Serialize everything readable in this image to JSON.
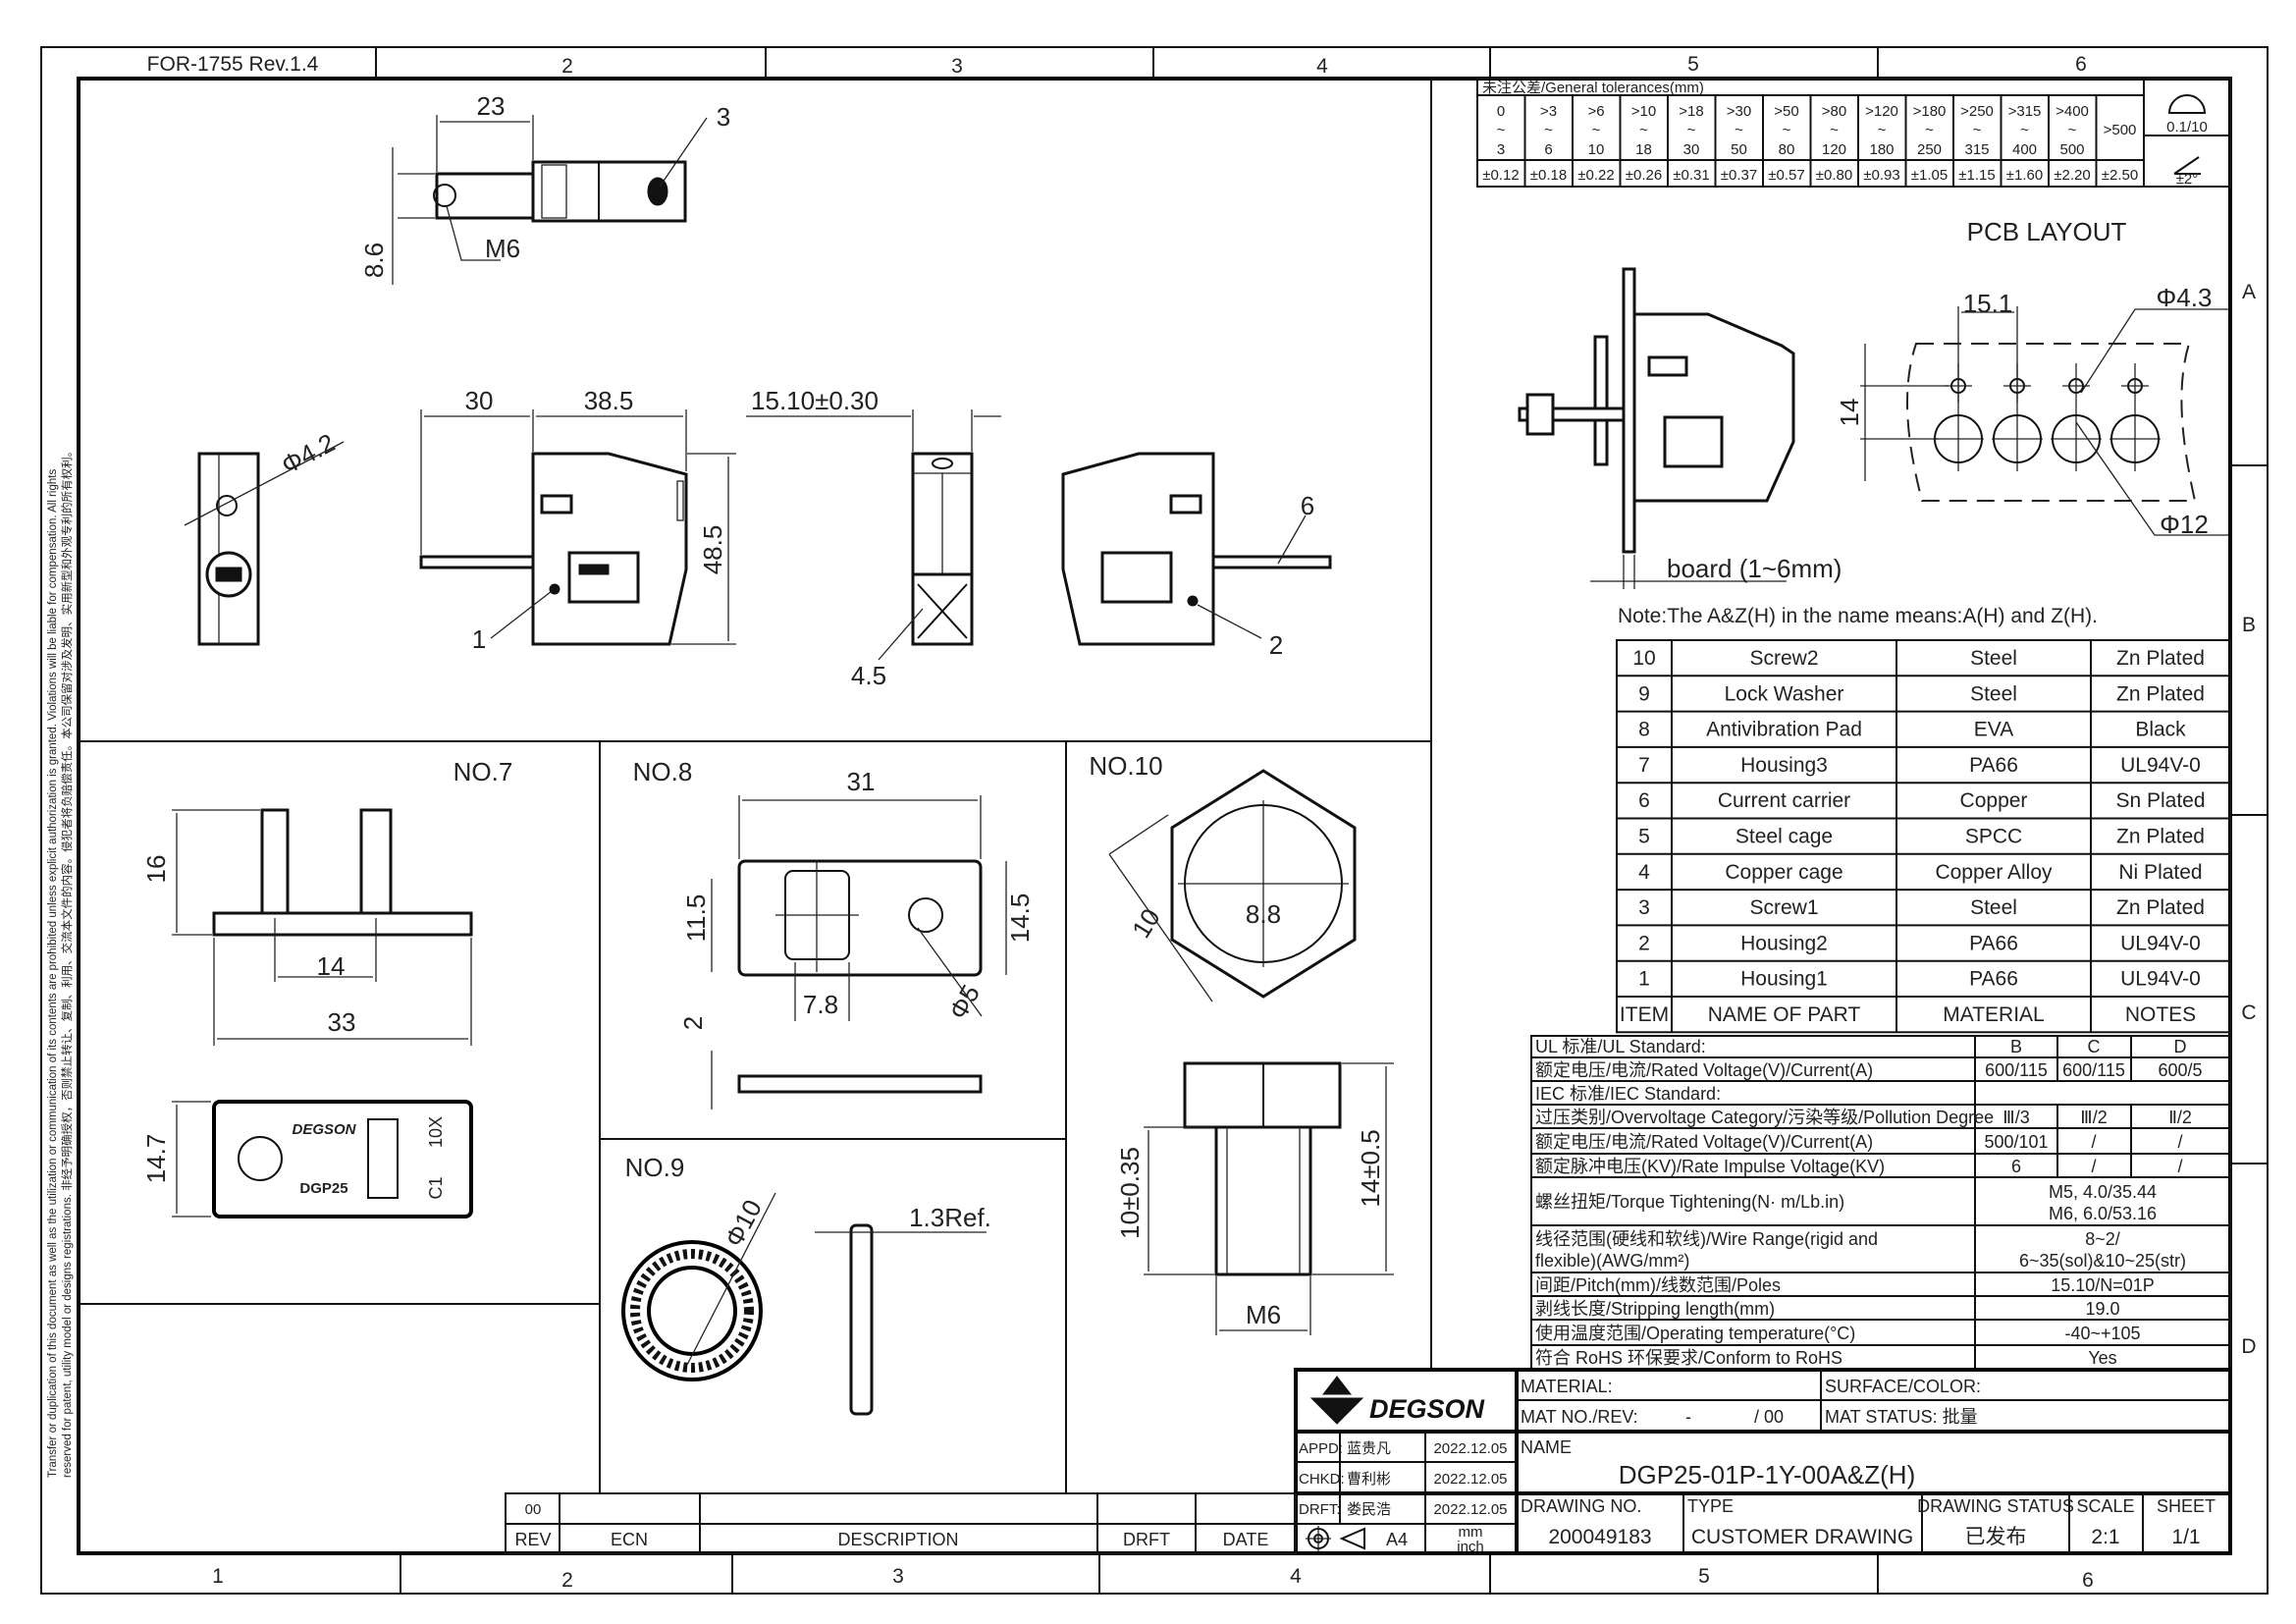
{
  "frame": {
    "form_code": "FOR-1755  Rev.1.4",
    "top_zones": [
      "2",
      "3",
      "4",
      "5",
      "6"
    ],
    "bottom_zones": [
      "1",
      "2",
      "3",
      "4",
      "5",
      "6"
    ],
    "side_zones": [
      "A",
      "B",
      "C",
      "D"
    ],
    "legal_line1": "Transfer or duplication of this document as well as the utilization or communication of its contents are prohibited unless explicit authorization is granted. Violations will be liable for compensation. All rights",
    "legal_line2": "reserved for patent, utility model or designs registrations. 非经予明确授权，否则禁止转让、复制、利用、交流本文件的内容。侵犯者将负赔偿责任。本公司保留对涉及发明、实用新型和外观专利的所有权利。"
  },
  "tolerances": {
    "title": "未注公差/General tolerances(mm)",
    "ranges": [
      {
        "from": "0",
        "to": "3",
        "tol": "±0.12"
      },
      {
        "from": ">3",
        "to": "6",
        "tol": "±0.18"
      },
      {
        "from": ">6",
        "to": "10",
        "tol": "±0.22"
      },
      {
        "from": ">10",
        "to": "18",
        "tol": "±0.26"
      },
      {
        "from": ">18",
        "to": "30",
        "tol": "±0.31"
      },
      {
        "from": ">30",
        "to": "50",
        "tol": "±0.37"
      },
      {
        "from": ">50",
        "to": "80",
        "tol": "±0.57"
      },
      {
        "from": ">80",
        "to": "120",
        "tol": "±0.80"
      },
      {
        "from": ">120",
        "to": "180",
        "tol": "±0.93"
      },
      {
        "from": ">180",
        "to": "250",
        "tol": "±1.05"
      },
      {
        "from": ">250",
        "to": "315",
        "tol": "±1.15"
      },
      {
        "from": ">315",
        "to": "400",
        "tol": "±1.60"
      },
      {
        "from": ">400",
        "to": "500",
        "tol": "±2.20"
      },
      {
        "from": ">500",
        "to": "",
        "tol": "±2.50"
      }
    ],
    "tilde": "~",
    "flatness": "0.1/10",
    "angle": "±2°"
  },
  "views": {
    "top": {
      "dim_width": "23",
      "dim_height": "8.6",
      "thread": "M6",
      "balloon": "3"
    },
    "side_left": {
      "hole_dia": "Φ4.2"
    },
    "front": {
      "dim_pin": "30",
      "dim_body": "38.5",
      "dim_height": "48.5",
      "balloon": "1"
    },
    "narrow": {
      "pitch": "15.10±0.30",
      "dim": "4.5"
    },
    "back": {
      "balloon_carrier": "6",
      "balloon_housing": "2"
    }
  },
  "details": {
    "no7": {
      "label": "NO.7",
      "dim_height": "16",
      "dim_spacing": "14",
      "dim_length": "33",
      "dim_width": "14.7",
      "mark_brand": "DEGSON",
      "mark_model": "DGP25",
      "mark_10x": "10X",
      "mark_c1": "C1"
    },
    "no8": {
      "label": "NO.8",
      "dim_length": "31",
      "dim_left": "11.5",
      "dim_right": "14.5",
      "dim_window": "7.8",
      "hole": "Φ5",
      "thickness": "2"
    },
    "no9": {
      "label": "NO.9",
      "outer": "Φ10",
      "thickness": "1.3Ref."
    },
    "no10": {
      "label": "NO.10",
      "across_corners": "10",
      "across_flats": "8.8",
      "shank": "10±0.35",
      "total": "14±0.5",
      "thread": "M6"
    }
  },
  "pcb": {
    "title": "PCB LAYOUT",
    "pitch": "15.1",
    "small_hole": "Φ4.3",
    "large_hole": "Φ12",
    "row_offset": "14",
    "board": "board (1~6mm)",
    "note": "Note:The A&Z(H) in the name means:A(H) and Z(H)."
  },
  "parts_table": {
    "headers": [
      "ITEM",
      "NAME OF PART",
      "MATERIAL",
      "NOTES"
    ],
    "rows": [
      [
        "10",
        "Screw2",
        "Steel",
        "Zn Plated"
      ],
      [
        "9",
        "Lock Washer",
        "Steel",
        "Zn Plated"
      ],
      [
        "8",
        "Antivibration Pad",
        "EVA",
        "Black"
      ],
      [
        "7",
        "Housing3",
        "PA66",
        "UL94V-0"
      ],
      [
        "6",
        "Current carrier",
        "Copper",
        "Sn Plated"
      ],
      [
        "5",
        "Steel cage",
        "SPCC",
        "Zn Plated"
      ],
      [
        "4",
        "Copper cage",
        "Copper Alloy",
        "Ni Plated"
      ],
      [
        "3",
        "Screw1",
        "Steel",
        "Zn Plated"
      ],
      [
        "2",
        "Housing2",
        "PA66",
        "UL94V-0"
      ],
      [
        "1",
        "Housing1",
        "PA66",
        "UL94V-0"
      ]
    ]
  },
  "spec_table": {
    "ul_label": "UL 标准/UL Standard:",
    "cols": [
      "B",
      "C",
      "D"
    ],
    "ul_rated_label": "额定电压/电流/Rated Voltage(V)/Current(A)",
    "ul_rated": [
      "600/115",
      "600/115",
      "600/5"
    ],
    "iec_label": "IEC 标准/IEC Standard:",
    "overvoltage_label": "过压类别/Overvoltage Category/污染等级/Pollution Degree",
    "overvoltage": [
      "Ⅲ/3",
      "Ⅲ/2",
      "Ⅱ/2"
    ],
    "iec_rated_label": "额定电压/电流/Rated Voltage(V)/Current(A)",
    "iec_rated": [
      "500/101",
      "/",
      "/"
    ],
    "impulse_label": "额定脉冲电压(KV)/Rate Impulse Voltage(KV)",
    "impulse": [
      "6",
      "/",
      "/"
    ],
    "torque_label": "螺丝扭矩/Torque Tightening(N· m/Lb.in)",
    "torque": [
      "M5, 4.0/35.44",
      "M6, 6.0/53.16"
    ],
    "wire_label": [
      "线径范围(硬线和软线)/Wire Range(rigid and",
      "flexible)(AWG/mm²)"
    ],
    "wire": [
      "8~2/",
      "6~35(sol)&10~25(str)"
    ],
    "pitch_label": "间距/Pitch(mm)/线数范围/Poles",
    "pitch": "15.10/N=01P",
    "strip_label": "剥线长度/Stripping length(mm)",
    "strip": "19.0",
    "temp_label": "使用温度范围/Operating temperature(°C)",
    "temp": "-40~+105",
    "rohs_label": "符合 RoHS 环保要求/Conform to RoHS",
    "rohs": "Yes"
  },
  "title_block": {
    "logo": "DEGSON",
    "material_label": "MATERIAL:",
    "surface_label": "SURFACE/COLOR:",
    "mat_no_label": "MAT NO./REV:",
    "mat_no": "-",
    "mat_rev": "/ 00",
    "mat_status_label": "MAT STATUS: 批量",
    "approvals": [
      {
        "role": "APPD:",
        "name": "蓝贵凡",
        "date": "2022.12.05"
      },
      {
        "role": "CHKD:",
        "name": "曹利彬",
        "date": "2022.12.05"
      },
      {
        "role": "DRFT:",
        "name": "娄民浩",
        "date": "2022.12.05"
      }
    ],
    "paper": "A4",
    "unit_mm": "mm",
    "unit_inch": "inch",
    "name_label": "NAME",
    "name": "DGP25-01P-1Y-00A&Z(H)",
    "drawing_no_label": "DRAWING NO.",
    "drawing_no": "200049183",
    "type_label": "TYPE",
    "type": "CUSTOMER DRAWING",
    "status_label": "DRAWING STATUS",
    "status": "已发布",
    "scale_label": "SCALE",
    "scale": "2:1",
    "sheet_label": "SHEET",
    "sheet": "1/1"
  },
  "revision_block": {
    "rev": "00",
    "headers": [
      "REV",
      "ECN",
      "DESCRIPTION",
      "DRFT",
      "DATE"
    ]
  }
}
